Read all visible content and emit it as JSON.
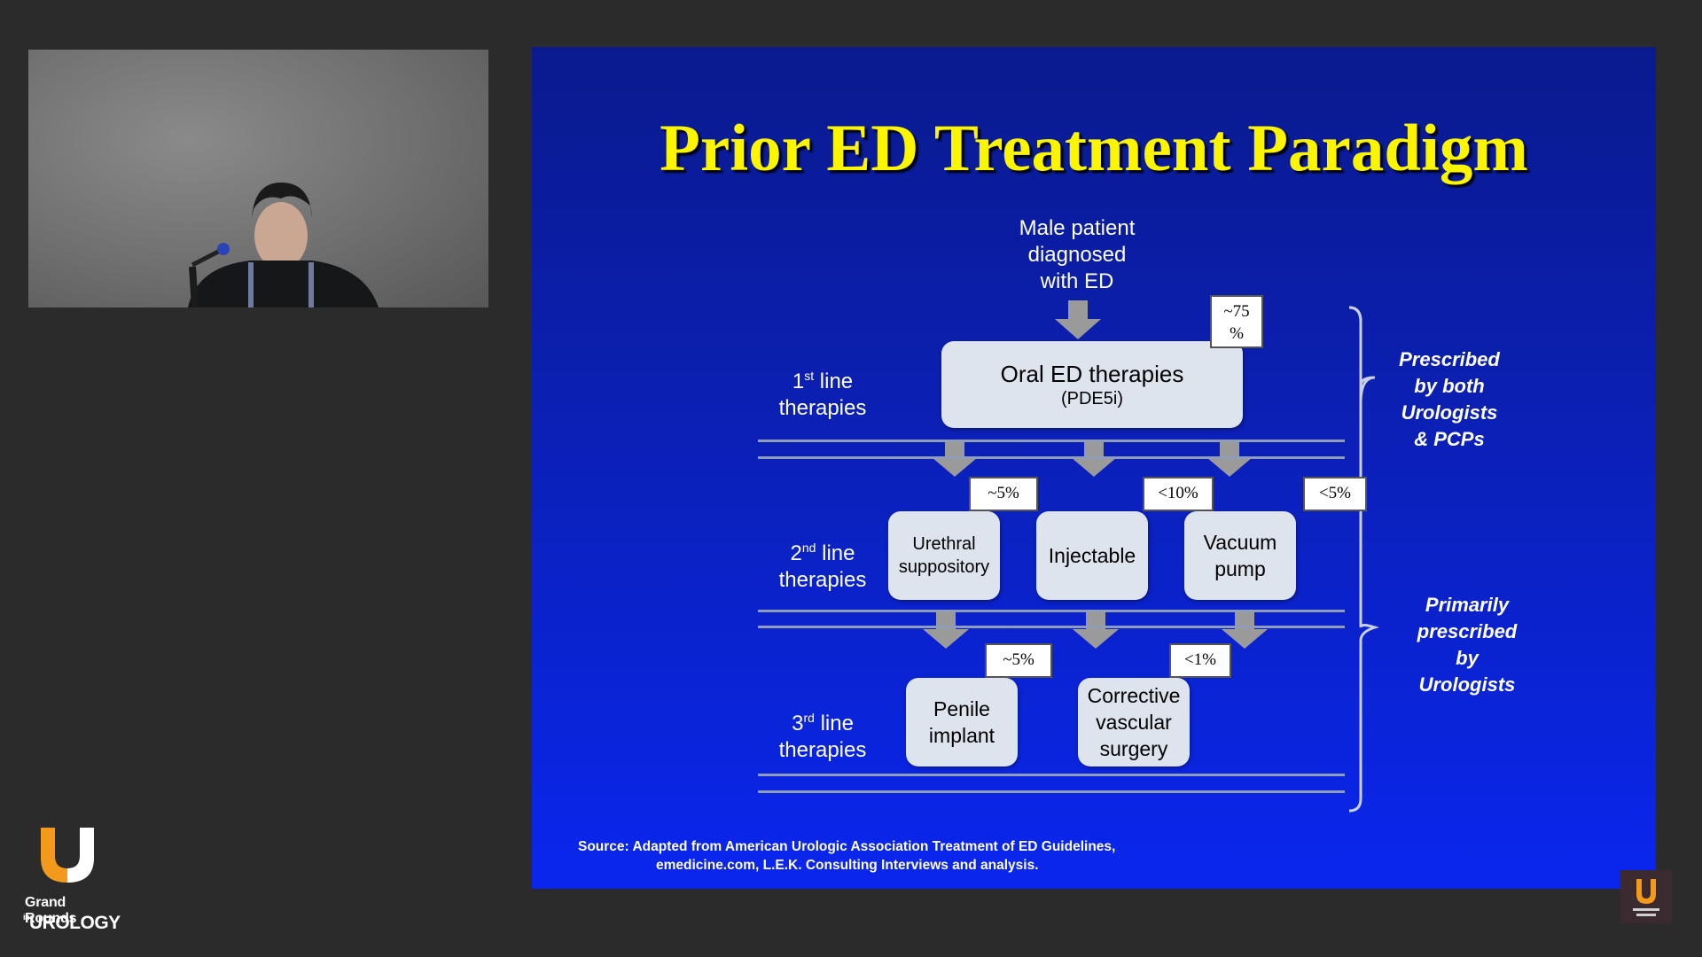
{
  "brand": {
    "line1": "Grand Rounds",
    "line2_prefix": "in",
    "line2": "UROLOGY"
  },
  "slide": {
    "title": "Prior ED Treatment Paradigm",
    "start": [
      "Male patient",
      "diagnosed",
      "with ED"
    ],
    "first_line": {
      "label": "1",
      "sup": "st",
      "rest": "line",
      "line2": "therapies"
    },
    "second_line": {
      "label": "2",
      "sup": "nd",
      "rest": "line",
      "line2": "therapies"
    },
    "third_line": {
      "label": "3",
      "sup": "rd",
      "rest": "line",
      "line2": "therapies"
    },
    "oral": {
      "title": "Oral ED therapies",
      "subtitle": "(PDE5i)",
      "pct_line1": "~75",
      "pct_line2": "%"
    },
    "urethral": {
      "line1": "Urethral",
      "line2": "suppository",
      "pct": "~5%"
    },
    "injectable": {
      "label": "Injectable",
      "pct": "<10%"
    },
    "vacuum": {
      "line1": "Vacuum",
      "line2": "pump",
      "pct": "<5%"
    },
    "implant": {
      "line1": "Penile",
      "line2": "implant",
      "pct": "~5%"
    },
    "vascular": {
      "line1": "Corrective",
      "line2": "vascular",
      "line3": "surgery",
      "pct": "<1%"
    },
    "right_top": [
      "Prescribed",
      "by both",
      "Urologists",
      "& PCPs"
    ],
    "right_bottom": [
      "Primarily",
      "prescribed",
      "by",
      "Urologists"
    ],
    "source_line1": "Source: Adapted from American Urologic Association Treatment of ED Guidelines,",
    "source_line2": "emedicine.com, L.E.K. Consulting Interviews and analysis."
  },
  "colors": {
    "title": "#fbf600",
    "slide_bg": "#0b20b5",
    "box": "#dde4ee",
    "arrow": "#9a9a9a",
    "brand_orange": "#f39a1c"
  },
  "icons": [
    "arrow-down-icon",
    "brace-icon",
    "brand-logo-icon"
  ]
}
